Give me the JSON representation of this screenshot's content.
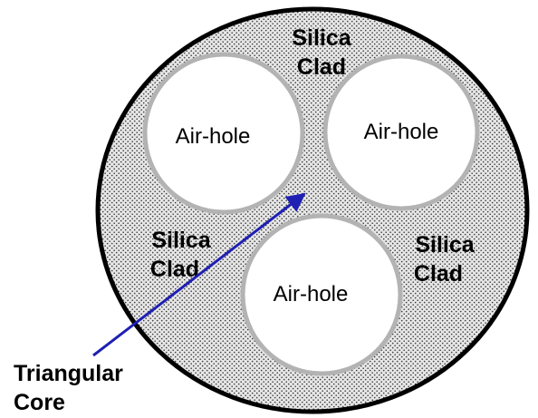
{
  "labels": {
    "clad_top_line1": "Silica",
    "clad_top_line2": "Clad",
    "clad_left_line1": "Silica",
    "clad_left_line2": "Clad",
    "clad_right_line1": "Silica",
    "clad_right_line2": "Clad",
    "hole_left": "Air-hole",
    "hole_right": "Air-hole",
    "hole_bottom": "Air-hole",
    "core_line1": "Triangular",
    "core_line2": "Core"
  },
  "colors": {
    "outline": "#000000",
    "dot_fill": "#3a3a3a",
    "cladding_background": "#e6e6e6",
    "hole_border": "#b3b3b3",
    "hole_fill": "#ffffff",
    "arrow": "#1f1fb4"
  }
}
